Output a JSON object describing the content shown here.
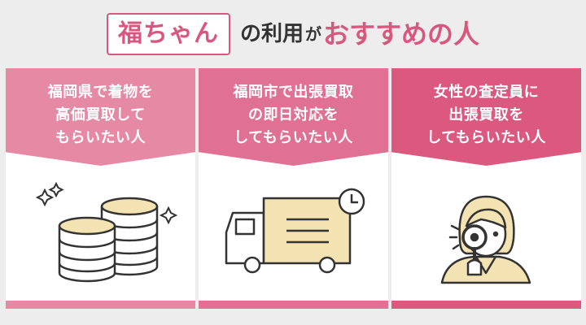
{
  "headline": {
    "brand": "福ちゃん",
    "part1": "の利用",
    "part2": "が",
    "part3": "おすすめの人"
  },
  "colors": {
    "accent": "#d8577f",
    "card1": "#e689a5",
    "card2": "#e07195",
    "card3": "#db587f",
    "illustration_fill": "#f3e3b2",
    "illustration_line": "#333333"
  },
  "cards": [
    {
      "text": "福岡県で着物を\n高価買取して\nもらいたい人",
      "icon": "coins-icon"
    },
    {
      "text": "福岡市で出張買取\nの即日対応を\nしてもらいたい人",
      "icon": "truck-clock-icon"
    },
    {
      "text": "女性の査定員に\n出張買取を\nしてもらいたい人",
      "icon": "woman-magnifier-icon"
    }
  ]
}
